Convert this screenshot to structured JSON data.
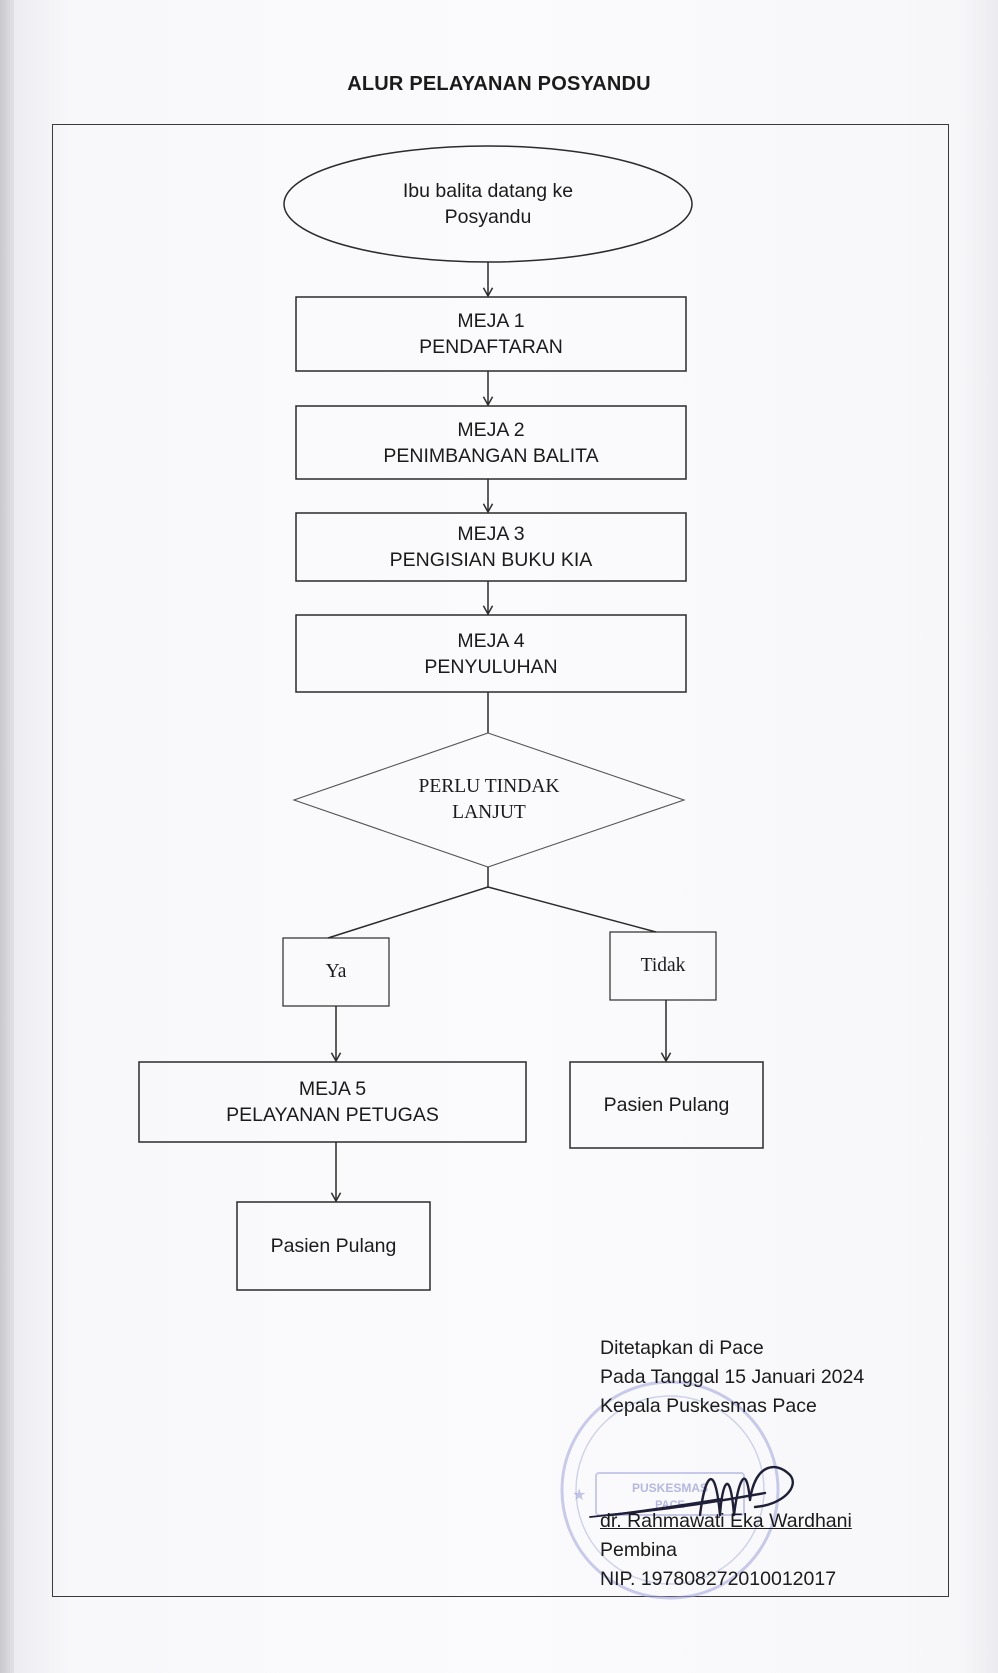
{
  "document": {
    "title": "ALUR PELAYANAN POSYANDU"
  },
  "flow": {
    "start": {
      "line1": "Ibu balita datang ke",
      "line2": "Posyandu"
    },
    "meja1": {
      "line1": "MEJA 1",
      "line2": "PENDAFTARAN"
    },
    "meja2": {
      "line1": "MEJA 2",
      "line2": "PENIMBANGAN BALITA"
    },
    "meja3": {
      "line1": "MEJA 3",
      "line2": "PENGISIAN BUKU KIA"
    },
    "meja4": {
      "line1": "MEJA 4",
      "line2": "PENYULUHAN"
    },
    "decision": {
      "line1": "PERLU TINDAK",
      "line2": "LANJUT"
    },
    "branch_yes": "Ya",
    "branch_no": "Tidak",
    "meja5": {
      "line1": "MEJA 5",
      "line2": "PELAYANAN PETUGAS"
    },
    "end_yes": "Pasien Pulang",
    "end_no": "Pasien Pulang"
  },
  "signature": {
    "place": "Ditetapkan di Pace",
    "date": "Pada Tanggal 15 Januari 2024",
    "position": "Kepala Puskesmas Pace",
    "name": "dr. Rahmawati Eka Wardhani",
    "rank": "Pembina",
    "nip": "NIP. 197808272010012017",
    "stamp_text": "PUSKESMAS PACE"
  },
  "colors": {
    "line": "#2b2b2b",
    "stamp": "#8f93d6",
    "ink": "#1b1b1b"
  }
}
